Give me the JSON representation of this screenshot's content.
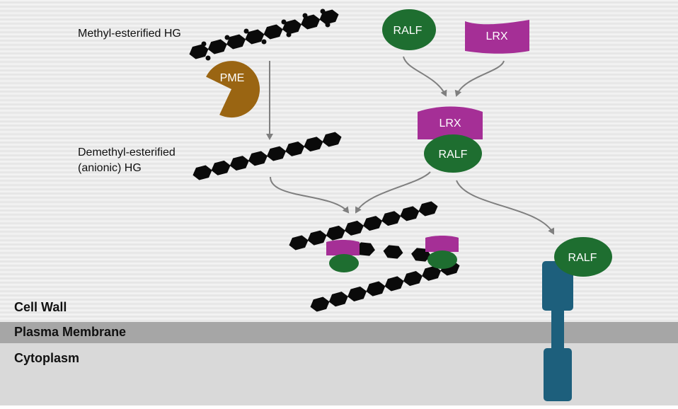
{
  "regions": {
    "cell_wall": "Cell Wall",
    "plasma_membrane": "Plasma Membrane",
    "cytoplasm": "Cytoplasm"
  },
  "labels": {
    "methyl_hg": "Methyl-esterified HG",
    "demethyl_hg_line1": "Demethyl-esterified",
    "demethyl_hg_line2": "(anionic) HG"
  },
  "proteins": {
    "pme": "PME",
    "ralf": "RALF",
    "lrx": "LRX"
  },
  "colors": {
    "wall_background": "#ececec",
    "membrane": "#a6a6a6",
    "cytoplasm": "#d9d9d9",
    "ralf": "#1e6e30",
    "lrx": "#a52f96",
    "pme": "#9a6512",
    "receptor": "#1d5f7c",
    "pectin": "#0a0a0a",
    "arrow": "#7f7f7f"
  }
}
